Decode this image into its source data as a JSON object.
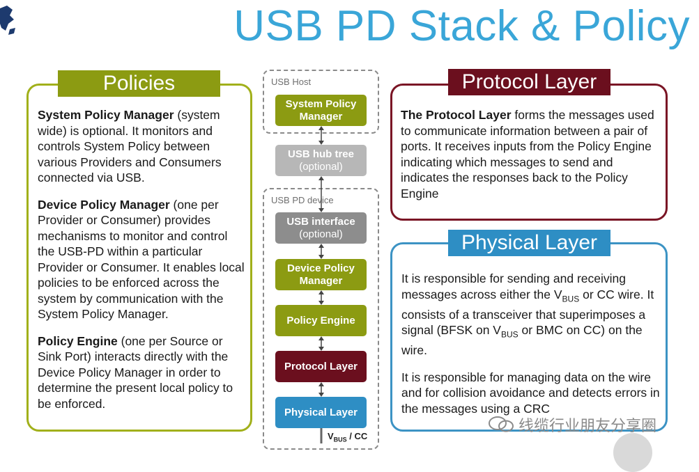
{
  "title": "USB PD Stack & Policy",
  "policies": {
    "tab": "Policies",
    "para1": {
      "bold": "System Policy Manager",
      "text": " (system wide) is optional. It monitors and controls System Policy between various Providers and Consumers connected via USB."
    },
    "para2": {
      "bold": "Device Policy Manager",
      "text": " (one per Provider or Consumer) provides mechanisms to monitor and control the USB-PD within a particular Provider or Consumer. It enables local policies to be enforced across the system by communication with the System Policy Manager."
    },
    "para3": {
      "bold": "Policy Engine",
      "text": " (one per Source or Sink Port) interacts directly with the Device Policy Manager in order to determine the present local policy to be enforced."
    }
  },
  "protocol": {
    "tab": "Protocol Layer",
    "bold": "The Protocol Layer",
    "text": " forms the messages used to communicate information between a pair of ports. It receives inputs from the Policy Engine indicating which messages to send and indicates the responses back to the Policy Engine"
  },
  "physical": {
    "tab": "Physical Layer",
    "p1_a": "It is responsible for sending and receiving messages across either the V",
    "p1_sub1": "BUS",
    "p1_b": " or CC wire. It consists of a transceiver that superimposes a signal (BFSK on V",
    "p1_sub2": "BUS",
    "p1_c": " or BMC on CC) on the wire.",
    "p2": "It is responsible for managing data on the wire and for collision avoidance and detects errors in the messages using a CRC"
  },
  "stack": {
    "host_label": "USB Host",
    "device_label": "USB PD device",
    "spm": [
      "System Policy",
      "Manager"
    ],
    "hub": "USB hub tree",
    "hub_sub": "(optional)",
    "usb_if": "USB interface",
    "usb_if_sub": "(optional)",
    "dpm": [
      "Device Policy",
      "Manager"
    ],
    "pe": "Policy Engine",
    "pl": "Protocol Layer",
    "phy": "Physical Layer",
    "vbus_v": "V",
    "vbus_sub": "BUS",
    "vbus_rest": " / CC"
  },
  "watermark": "线缆行业朋友分享圈",
  "colors": {
    "olive": "#8c9b12",
    "maroon": "#6b0f1e",
    "blue": "#2e8ec4",
    "title": "#3aa6d8"
  }
}
